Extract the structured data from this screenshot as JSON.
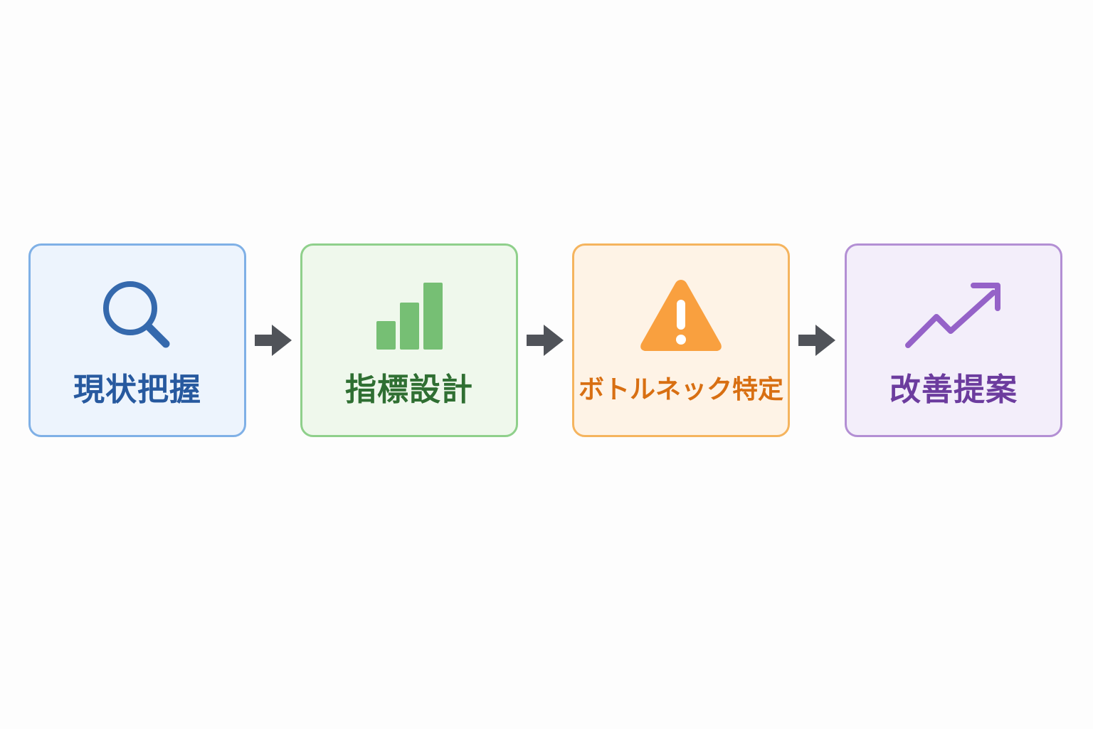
{
  "steps": [
    {
      "label": "現状把握",
      "icon": "search-icon",
      "border_color": "#7fb0e6",
      "bg_color": "#edf4fd",
      "text_color": "#27599f"
    },
    {
      "label": "指標設計",
      "icon": "bar-chart-icon",
      "border_color": "#8fd08b",
      "bg_color": "#eff8ec",
      "text_color": "#2f6f32"
    },
    {
      "label": "ボトルネック特定",
      "icon": "warning-icon",
      "border_color": "#f5b45e",
      "bg_color": "#fef3e6",
      "text_color": "#d86f12"
    },
    {
      "label": "改善提案",
      "icon": "trending-up-icon",
      "border_color": "#b38fd4",
      "bg_color": "#f3eefa",
      "text_color": "#6c3c9e"
    }
  ],
  "arrow_color": "#505359"
}
